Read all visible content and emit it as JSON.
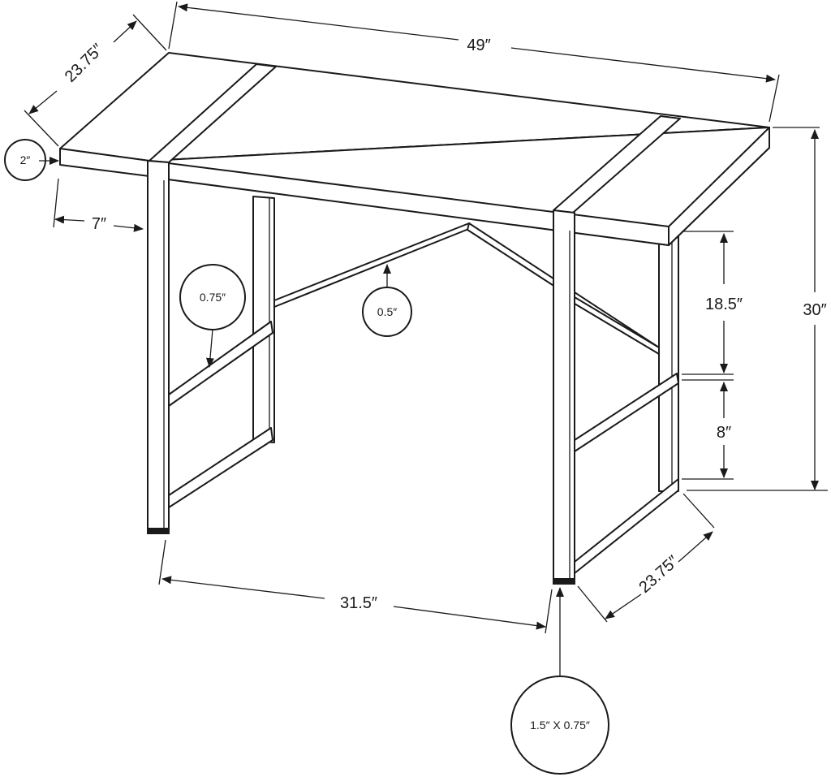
{
  "dimensions": {
    "top_width": "49″",
    "top_depth": "23.75″",
    "top_thickness": "2″",
    "overhang": "7″",
    "leg_span": "31.5″",
    "base_depth": "23.75″",
    "total_height": "30″",
    "upper_opening": "18.5″",
    "lower_opening": "8″"
  },
  "callouts": {
    "brace_thickness": "0.75″",
    "cross_brace": "0.5″",
    "leg_profile": "1.5″ X 0.75″"
  }
}
